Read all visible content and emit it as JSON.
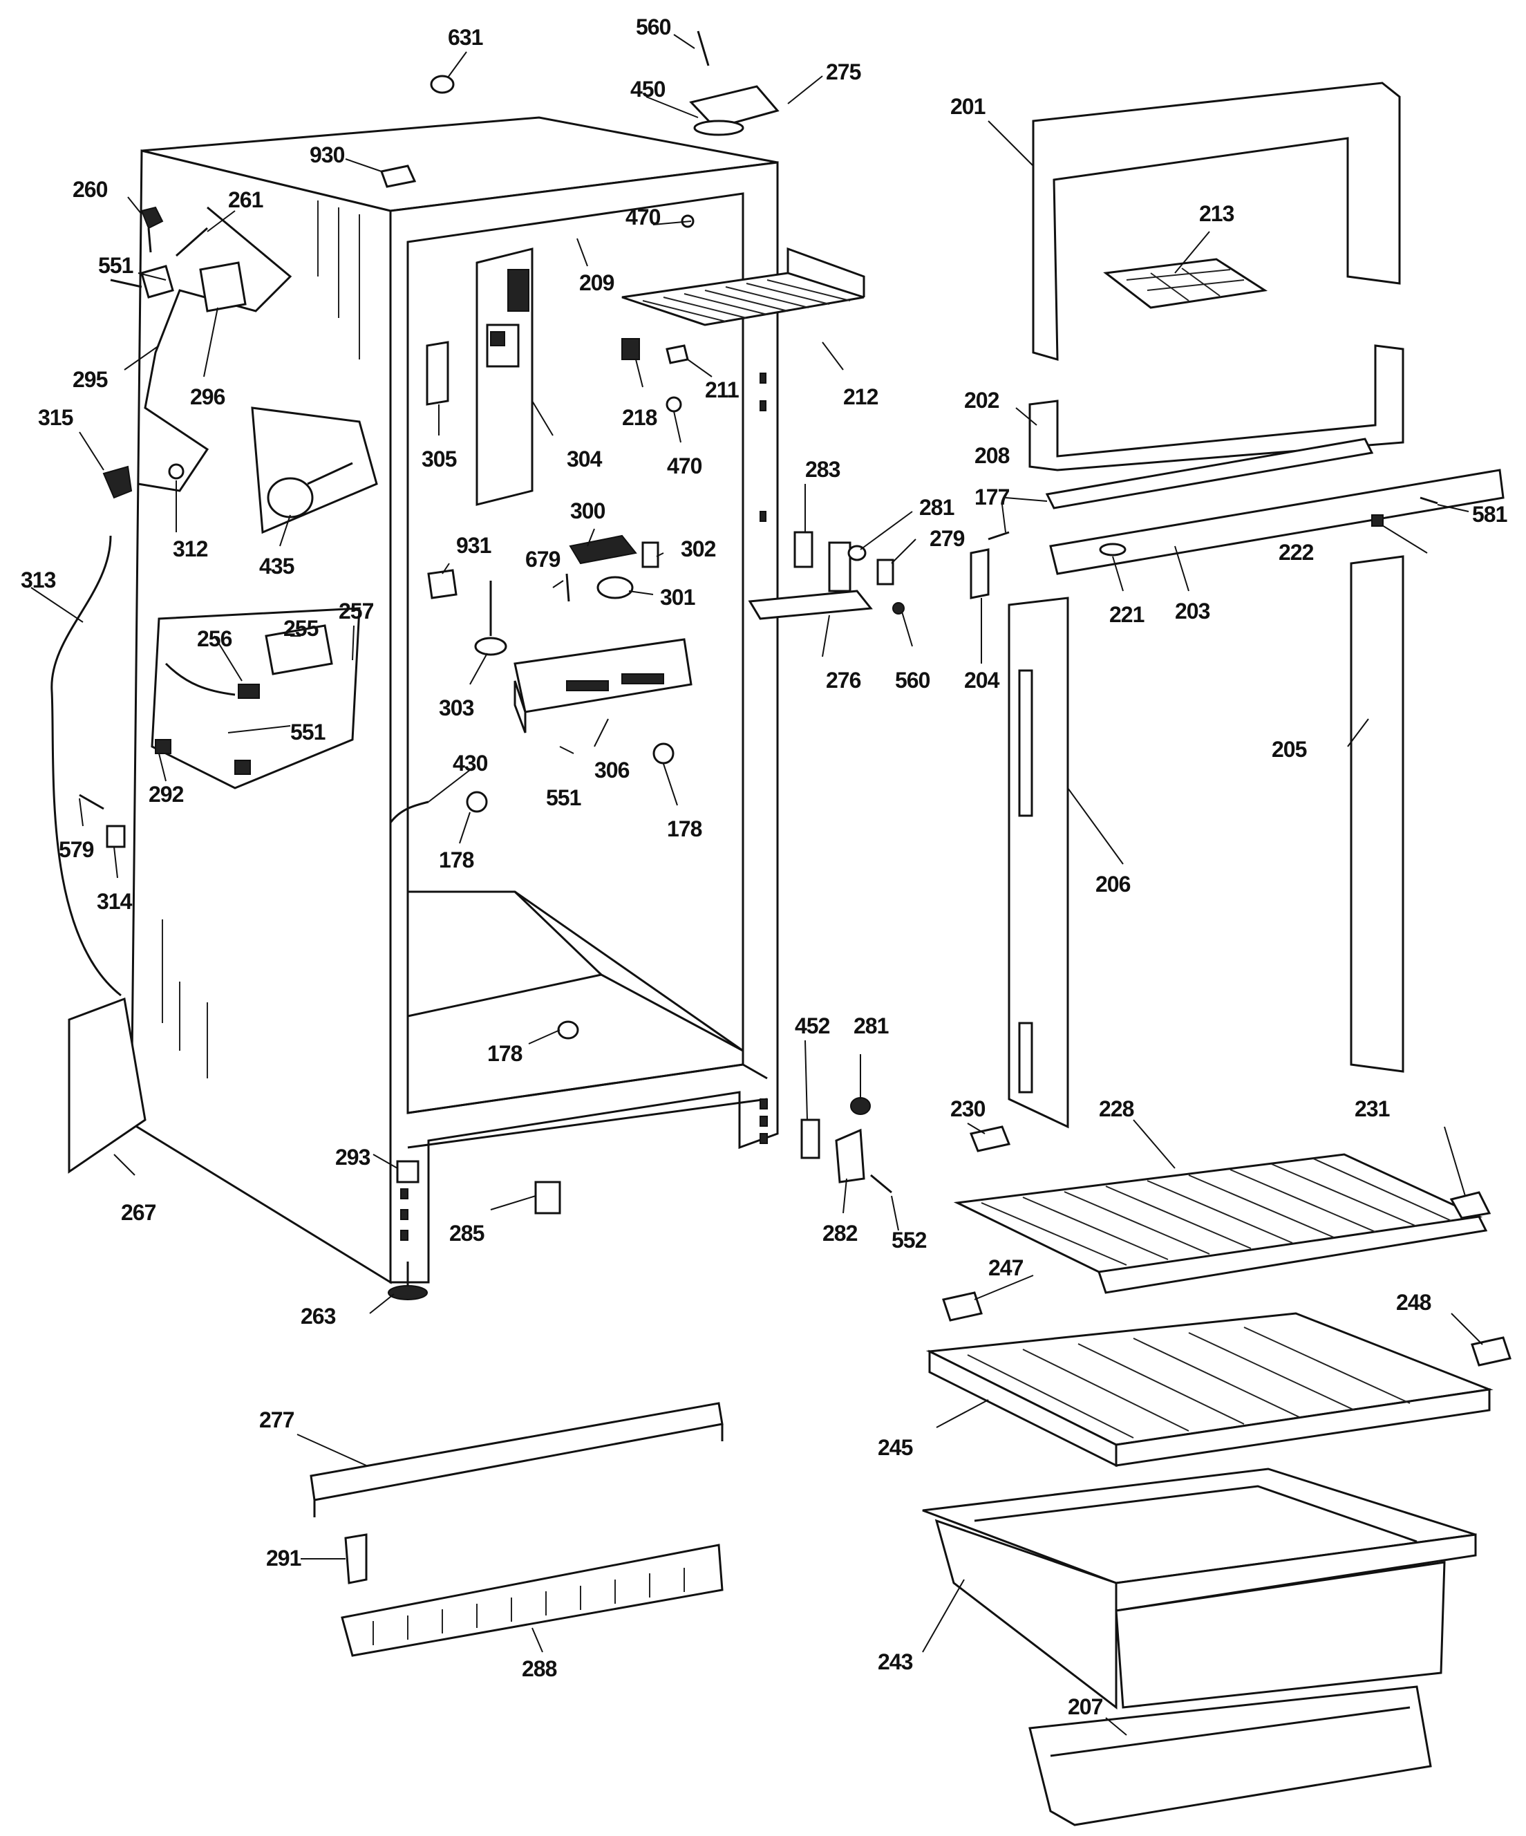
{
  "diagram": {
    "part_numbers": [
      "631",
      "560",
      "450",
      "275",
      "201",
      "930",
      "260",
      "261",
      "470",
      "209",
      "213",
      "551",
      "295",
      "296",
      "212",
      "211",
      "202",
      "218",
      "470",
      "305",
      "304",
      "315",
      "208",
      "581",
      "312",
      "283",
      "177",
      "281",
      "279",
      "222",
      "931",
      "300",
      "302",
      "221",
      "203",
      "313",
      "435",
      "679",
      "301",
      "257",
      "255",
      "256",
      "276",
      "560",
      "204",
      "205",
      "303",
      "551",
      "306",
      "292",
      "430",
      "551",
      "178",
      "178",
      "206",
      "579",
      "314",
      "452",
      "281",
      "178",
      "230",
      "228",
      "231",
      "293",
      "267",
      "285",
      "282",
      "552",
      "247",
      "263",
      "248",
      "245",
      "277",
      "291",
      "243",
      "288",
      "207"
    ]
  }
}
